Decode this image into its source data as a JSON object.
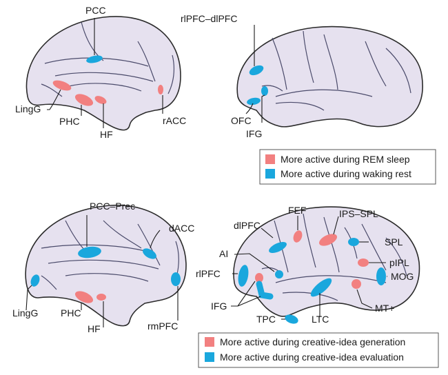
{
  "colors": {
    "rem": "#f28080",
    "wake": "#1aa7dd",
    "creative_gen": "#f28080",
    "creative_eval": "#1aa7dd",
    "brain_fill": "#e6e1ef"
  },
  "panel_top": {
    "labels": {
      "pcc": "PCC",
      "linggA": "LingG",
      "phcA": "PHC",
      "hfA": "HF",
      "racc": "rACC",
      "rlpfc": "rlPFC–dlPFC",
      "ofc": "OFC",
      "ifgA": "IFG"
    },
    "legend": {
      "rem": "More active during REM sleep",
      "wake": "More active during waking rest"
    }
  },
  "panel_bottom": {
    "labels": {
      "pccprec": "PCC–Prec",
      "dacc": "dACC",
      "linggB": "LingG",
      "phcB": "PHC",
      "hfB": "HF",
      "rmpfc": "rmPFC",
      "fef": "FEF",
      "dlpfc": "dlPFC",
      "ipsspl": "IPS–SPL",
      "ai": "AI",
      "spl": "SPL",
      "pipl": "pIPL",
      "rlpfcB": "rlPFC",
      "mog": "MOG",
      "ifgB": "IFG",
      "mt": "MT+",
      "tpc": "TPC",
      "ltc": "LTC"
    },
    "legend": {
      "gen": "More active during creative-idea generation",
      "eval": "More active during creative-idea evaluation"
    }
  }
}
